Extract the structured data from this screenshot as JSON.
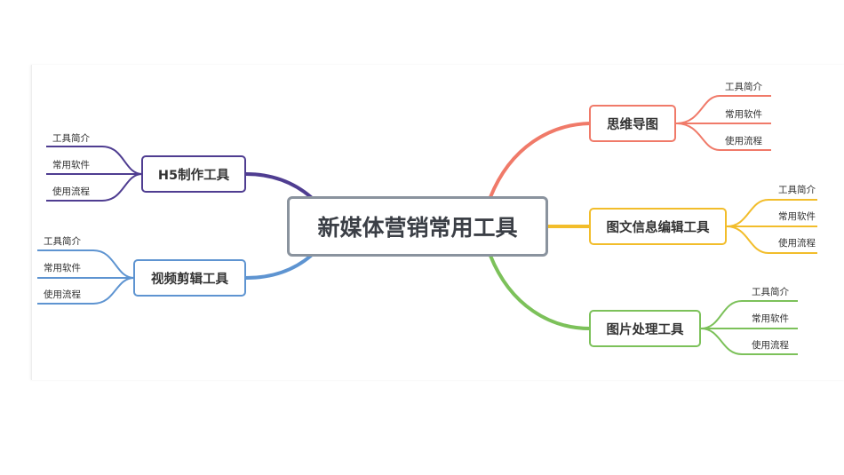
{
  "center": {
    "label": "新媒体营销常用工具"
  },
  "colors": {
    "mindmap": "#f07a69",
    "graphic": "#f2bd2b",
    "image": "#7cc15a",
    "h5": "#4f3d91",
    "video": "#5e94d1",
    "center_border": "#8a939e"
  },
  "branches": {
    "mindmap": {
      "label": "思维导图",
      "leaves": [
        "工具简介",
        "常用软件",
        "使用流程"
      ]
    },
    "graphic": {
      "label": "图文信息编辑工具",
      "leaves": [
        "工具简介",
        "常用软件",
        "使用流程"
      ]
    },
    "image": {
      "label": "图片处理工具",
      "leaves": [
        "工具简介",
        "常用软件",
        "使用流程"
      ]
    },
    "h5": {
      "label": "H5制作工具",
      "leaves": [
        "工具简介",
        "常用软件",
        "使用流程"
      ]
    },
    "video": {
      "label": "视频剪辑工具",
      "leaves": [
        "工具简介",
        "常用软件",
        "使用流程"
      ]
    }
  }
}
